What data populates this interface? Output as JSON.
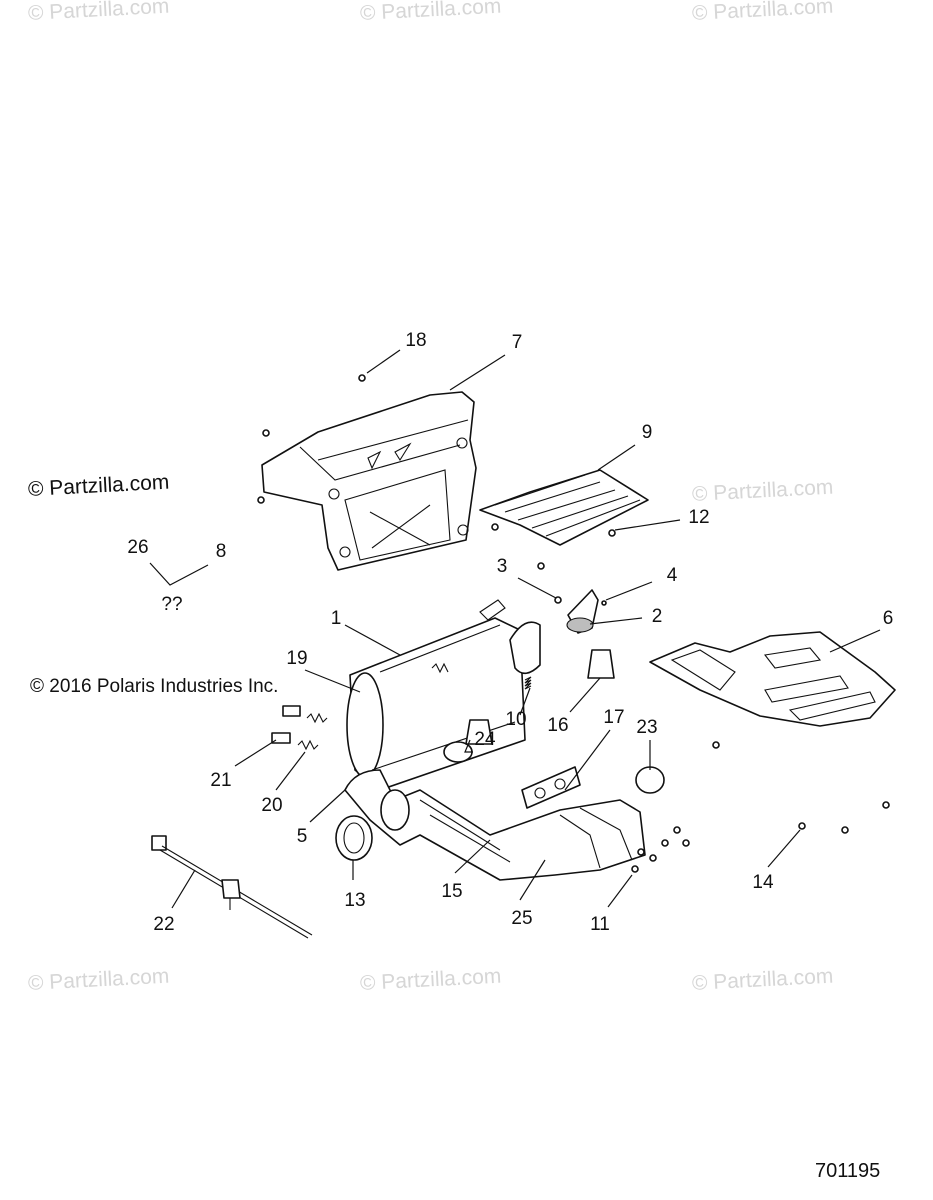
{
  "watermark_text": "© Partzilla.com",
  "partzilla_copyright": "© Partzilla.com",
  "polaris_copyright": "© 2016 Polaris Industries Inc.",
  "diagram_number": "701195",
  "callouts": {
    "c1": "1",
    "c2": "2",
    "c3": "3",
    "c4": "4",
    "c5": "5",
    "c6": "6",
    "c7": "7",
    "c8": "8",
    "c9": "9",
    "c10": "10",
    "c11": "11",
    "c12": "12",
    "c13": "13",
    "c14": "14",
    "c15": "15",
    "c16": "16",
    "c17": "17",
    "c18": "18",
    "c19": "19",
    "c20": "20",
    "c21": "21",
    "c22": "22",
    "c23": "23",
    "c24": "24",
    "c25": "25",
    "c26": "26",
    "unknown": "??"
  }
}
